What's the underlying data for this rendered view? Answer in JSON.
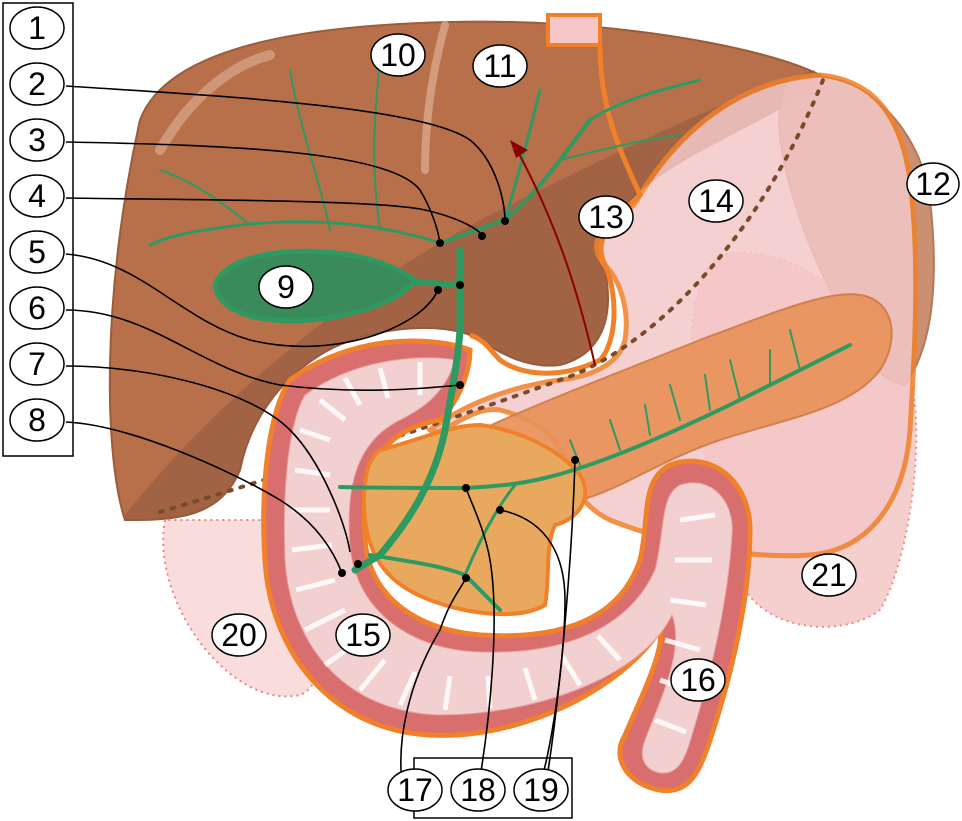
{
  "labels": {
    "l1": "1",
    "l2": "2",
    "l3": "3",
    "l4": "4",
    "l5": "5",
    "l6": "6",
    "l7": "7",
    "l8": "8",
    "l9": "9",
    "l10": "10",
    "l11": "11",
    "l12": "12",
    "l13": "13",
    "l14": "14",
    "l15": "15",
    "l16": "16",
    "l17": "17",
    "l18": "18",
    "l19": "19",
    "l20": "20",
    "l21": "21"
  },
  "colors": {
    "liver": "#b8704a",
    "liver_shade": "#9a5a3a",
    "bile_ducts": "#2e9a62",
    "gallbladder": "#2e9a62",
    "stomach": "#f4c8c8",
    "stomach_outline": "#f0802a",
    "pancreas": "#e9925a",
    "pancreas_head": "#e8a95e",
    "duodenum": "#d86e6e",
    "duodenum_mucosa": "#f2d0d0",
    "spleen": "#c98a6a",
    "arrow": "#8b0000"
  },
  "icons": {
    "arrow": "red-arrow-icon"
  }
}
